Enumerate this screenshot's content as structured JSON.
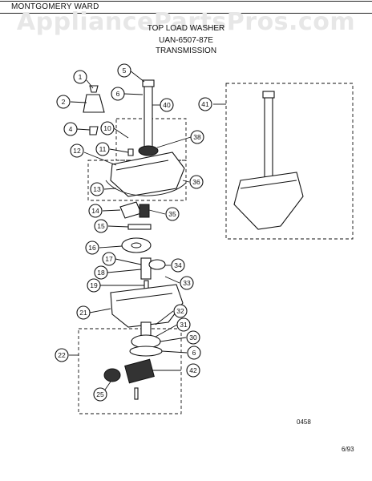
{
  "header": {
    "brand": "MONTGOMERY WARD",
    "watermark": "AppliancePartsPros.com",
    "title_line1": "TOP LOAD WASHER",
    "model": "UAN-6507-87E",
    "section": "TRANSMISSION"
  },
  "footer": {
    "diagram_code": "0458",
    "date": "6/93"
  },
  "callouts": [
    "1",
    "2",
    "4",
    "5",
    "6",
    "10",
    "11",
    "12",
    "13",
    "14",
    "15",
    "16",
    "17",
    "18",
    "19",
    "21",
    "22",
    "25",
    "30",
    "31",
    "32",
    "33",
    "34",
    "35",
    "36",
    "38",
    "40",
    "41",
    "42"
  ]
}
